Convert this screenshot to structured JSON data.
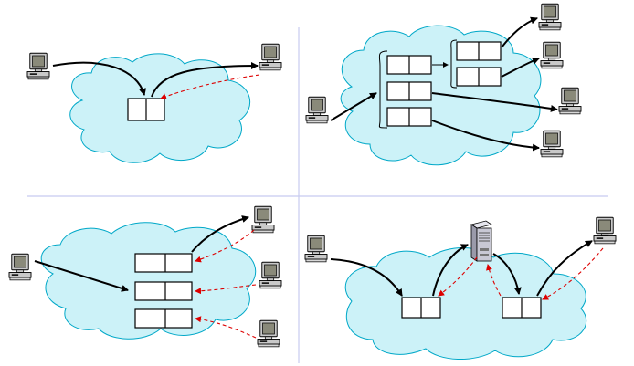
{
  "colors": {
    "background": "#ffffff",
    "cloud_fill": "#ccf2f8",
    "cloud_stroke": "#00a8c8",
    "divider": "#c7cbf0",
    "box_fill": "#ffffff",
    "box_stroke": "#000000",
    "solid_arrow": "#000000",
    "dashed_arrow": "#dd0000",
    "computer_body": "#c9c9c9",
    "computer_screen": "#8a8a7a",
    "server_body": "#c8c8d4"
  },
  "icons": {
    "computer": "computer-icon",
    "server": "server-icon",
    "cloud": "network-cloud",
    "queue_box": "queue-box"
  },
  "panels": [
    {
      "id": "top-left",
      "computers": 2,
      "boxes": 1,
      "servers": 0,
      "solid_arrows": 2,
      "dashed_arrows": 1
    },
    {
      "id": "top-right",
      "computers": 5,
      "boxes": 5,
      "servers": 0,
      "solid_arrows": 6,
      "dashed_arrows": 0
    },
    {
      "id": "bottom-left",
      "computers": 4,
      "boxes": 3,
      "servers": 0,
      "solid_arrows": 2,
      "dashed_arrows": 3
    },
    {
      "id": "bottom-right",
      "computers": 2,
      "boxes": 2,
      "servers": 1,
      "solid_arrows": 4,
      "dashed_arrows": 3
    }
  ]
}
